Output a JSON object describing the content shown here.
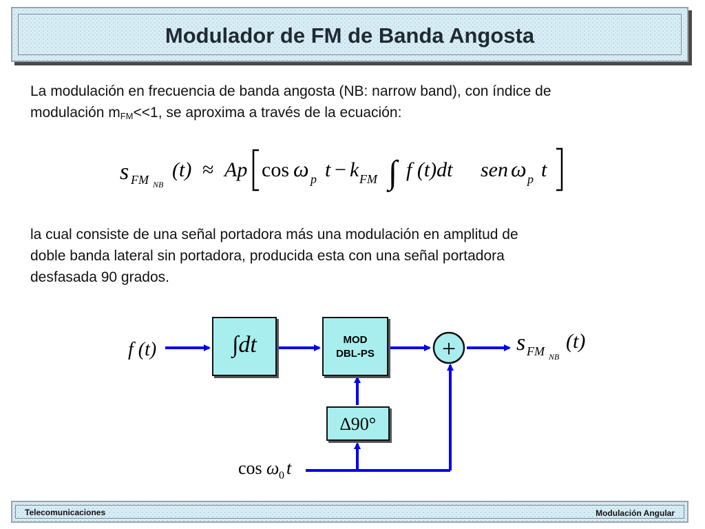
{
  "title": "Modulador de FM de Banda Angosta",
  "intro": {
    "line1": "La modulación en frecuencia de banda angosta (NB: narrow band), con índice de",
    "line2_pre": "modulación m",
    "line2_sub": "FM",
    "line2_post": "<<1, se aproxima a través de la ecuación:"
  },
  "equation": {
    "s": "s",
    "fm": "FM",
    "nb": "NB",
    "t_arg": "(t)",
    "approx": "≈",
    "ap": "Ap",
    "cos": "cos",
    "omega_p": "ω",
    "p": "p",
    "t": "t",
    "minus": "−",
    "k": "k",
    "kfm": "FM",
    "integral": "∫",
    "f_dt": "f (t)dt",
    "sen": "sen",
    "omega_p2": "ω",
    "p2": "p",
    "t2": "t"
  },
  "explanation": {
    "line1": "la cual consiste de una señal portadora más una modulación en amplitud de",
    "line2": "doble banda lateral sin portadora, producida esta con una señal portadora",
    "line3": "desfasada 90 grados."
  },
  "diagram": {
    "input_label": "f (t)",
    "integrator_label": "∫dt",
    "mod_line1": "MOD",
    "mod_line2": "DBL-PS",
    "adder_symbol": "+",
    "phase_label": "∆90°",
    "carrier_cos": "cos",
    "carrier_omega": "ω",
    "carrier_sub": "0",
    "carrier_t": "t",
    "output_s": "s",
    "output_fm": "FM",
    "output_nb": "NB",
    "output_t": "(t)",
    "line_color": "#0000ee",
    "block_color": "#a8eeee"
  },
  "footer": {
    "left": "Telecomunicaciones",
    "right": "Modulación Angular"
  }
}
